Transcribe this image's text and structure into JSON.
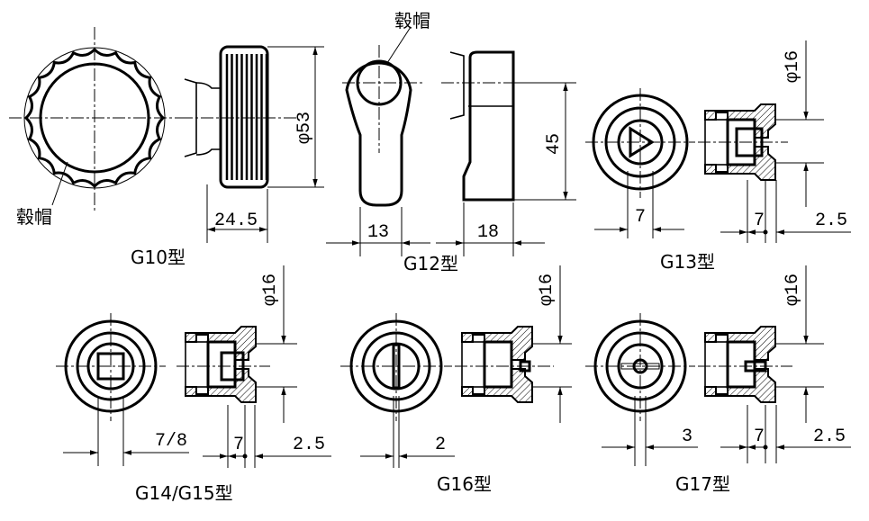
{
  "labels": {
    "hub_cap_top": "毂帽",
    "hub_cap_left": "毂帽",
    "g10": "G10型",
    "g12": "G12型",
    "g13": "G13型",
    "g14_15": "G14/G15型",
    "g16": "G16型",
    "g17": "G17型"
  },
  "dimensions": {
    "g10_width": "24.5",
    "g10_dia": "φ53",
    "g12_width1": "13",
    "g12_width2": "18",
    "g12_height": "45",
    "g13_dia": "φ16",
    "g13_w1": "7",
    "g13_w2": "7",
    "g13_w3": "2.5",
    "g14_dia": "φ16",
    "g14_w1": "7/8",
    "g14_w2": "7",
    "g14_w3": "2.5",
    "g16_dia": "φ16",
    "g16_w1": "2",
    "g17_dia": "φ16",
    "g17_w1": "3",
    "g17_w2": "7",
    "g17_w3": "2.5"
  }
}
